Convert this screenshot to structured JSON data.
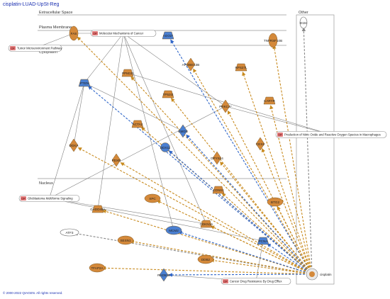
{
  "title": "cisplatin-LUAD-UpSt-Reg",
  "copyright": "© 2000-2022 QIAGEN. All rights reserved.",
  "colors": {
    "up": "#d4893a",
    "down": "#4a7fd1",
    "edge_up": "#c88a1e",
    "edge_down": "#2f66c9",
    "edge_neutral": "#888888",
    "compartment_line": "#999999",
    "pathway_badge": "#e07b7b",
    "pathway_badge_text": "#7a1212"
  },
  "compartments": {
    "extracellular": "Extracellular Space",
    "plasma_membrane": "Plasma Membrane",
    "cytoplasm": "Cytoplasm",
    "nucleus": "Nucleus",
    "other": "Other"
  },
  "badge_text": "CP",
  "hub": {
    "label": "cisplatin"
  },
  "nodes": [
    {
      "id": "FAS",
      "label": "FAS",
      "shape": "ellipse-v",
      "reg": "up"
    },
    {
      "id": "AGO2",
      "label": "AGO2*",
      "shape": "trapezoid",
      "reg": "down"
    },
    {
      "id": "TNFRSF10B",
      "label": "TNFRSF10B",
      "shape": "ellipse-v",
      "reg": "up"
    },
    {
      "id": "EI24",
      "label": "EI24",
      "shape": "ellipse-outline",
      "reg": "none"
    },
    {
      "id": "PPM1D",
      "label": "PPM1D",
      "shape": "trapezoid",
      "reg": "up"
    },
    {
      "id": "APOBEC3B",
      "label": "APOBEC3B",
      "shape": "diamond",
      "reg": "up"
    },
    {
      "id": "RPS27L",
      "label": "RPS27L",
      "shape": "trapezoid",
      "reg": "up"
    },
    {
      "id": "PTEN",
      "label": "PTEN",
      "shape": "trapezoid",
      "reg": "down"
    },
    {
      "id": "TP53I3",
      "label": "TP53I3",
      "shape": "trapezoid",
      "reg": "up"
    },
    {
      "id": "PRKCA",
      "label": "PRKCA*",
      "shape": "diamond",
      "reg": "up"
    },
    {
      "id": "CARYR",
      "label": "CARYR",
      "shape": "trapezoid",
      "reg": "up"
    },
    {
      "id": "ACTA2",
      "label": "ACTA2",
      "shape": "trapezoid",
      "reg": "up"
    },
    {
      "id": "GMDS",
      "label": "GMDS",
      "shape": "diamond",
      "reg": "down"
    },
    {
      "id": "DGKA",
      "label": "DGKA",
      "shape": "diamond",
      "reg": "up"
    },
    {
      "id": "PDXR",
      "label": "PDXR",
      "shape": "diamond",
      "reg": "up"
    },
    {
      "id": "DDX11",
      "label": "DDX11",
      "shape": "circle",
      "reg": "down"
    },
    {
      "id": "DPYSL4",
      "label": "DPYSL4",
      "shape": "diamond",
      "reg": "up"
    },
    {
      "id": "CES2",
      "label": "CES2",
      "shape": "diamond",
      "reg": "up"
    },
    {
      "id": "CDNS1",
      "label": "CDNS1",
      "shape": "trapezoid",
      "reg": "up"
    },
    {
      "id": "XPC",
      "label": "XPC",
      "shape": "ellipse-h",
      "reg": "up"
    },
    {
      "id": "BTG2",
      "label": "BTG2",
      "shape": "ellipse-h",
      "reg": "up"
    },
    {
      "id": "GADD45A",
      "label": "GADD45A",
      "shape": "trapezoid",
      "reg": "up"
    },
    {
      "id": "CDKN1A",
      "label": "CDKN1A",
      "shape": "trapezoid",
      "reg": "up"
    },
    {
      "id": "ATF3",
      "label": "ATF3",
      "shape": "ellipse-outline-h",
      "reg": "none"
    },
    {
      "id": "MCM2",
      "label": "MCM2",
      "shape": "ellipse-h",
      "reg": "down"
    },
    {
      "id": "PCNA",
      "label": "PCNA",
      "shape": "trapezoid",
      "reg": "down"
    },
    {
      "id": "SESN1",
      "label": "SESN1",
      "shape": "ellipse-h",
      "reg": "up"
    },
    {
      "id": "DDB2",
      "label": "DDB2",
      "shape": "ellipse-h",
      "reg": "up"
    },
    {
      "id": "TFAP2A",
      "label": "TFAP2A",
      "shape": "ellipse-h",
      "reg": "up"
    },
    {
      "id": "RAD51B",
      "label": "RAD51B",
      "shape": "diamond",
      "reg": "down"
    }
  ],
  "pathways": [
    {
      "id": "cp-mmc",
      "label": "Molecular Mechanisms of Cancer"
    },
    {
      "id": "cp-tme",
      "label": "Tumor Microenvironment Pathway"
    },
    {
      "id": "cp-no",
      "label": "Production of Nitric Oxide and Reactive Oxygen Species in Macrophages"
    },
    {
      "id": "cp-gbm",
      "label": "Glioblastoma Multiforme Signaling"
    },
    {
      "id": "cp-cdr",
      "label": "Cancer Drug Resistance By Drug Efflux"
    }
  ],
  "hub_edges": [
    "FAS",
    "AGO2",
    "TNFRSF10B",
    "EI24",
    "PPM1D",
    "APOBEC3B",
    "RPS27L",
    "PTEN",
    "TP53I3",
    "PRKCA",
    "CARYR",
    "ACTA2",
    "GMDS",
    "DGKA",
    "PDXR",
    "DDX11",
    "DPYSL4",
    "CES2",
    "CDNS1",
    "XPC",
    "BTG2",
    "GADD45A",
    "CDKN1A",
    "ATF3",
    "MCM2",
    "PCNA",
    "SESN1",
    "DDB2",
    "TFAP2A",
    "RAD51B"
  ],
  "pathway_edges": [
    [
      "cp-mmc",
      "FAS"
    ],
    [
      "cp-mmc",
      "PTEN"
    ],
    [
      "cp-mmc",
      "PRKCA"
    ],
    [
      "cp-mmc",
      "CDKN1A"
    ],
    [
      "cp-mmc",
      "MCM2"
    ],
    [
      "cp-mmc",
      "GADD45A"
    ],
    [
      "cp-tme",
      "FAS"
    ],
    [
      "cp-no",
      "PRKCA"
    ],
    [
      "cp-no",
      "PPM1D"
    ],
    [
      "cp-gbm",
      "PTEN"
    ],
    [
      "cp-gbm",
      "CDKN1A"
    ],
    [
      "cp-gbm",
      "PRKCA"
    ],
    [
      "cp-gbm",
      "PCNA"
    ],
    [
      "cp-cdr",
      "PCNA"
    ],
    [
      "cp-cdr",
      "RAD51B"
    ],
    [
      "PTEN",
      "DGKA"
    ],
    [
      "PTEN",
      "GMDS"
    ]
  ]
}
